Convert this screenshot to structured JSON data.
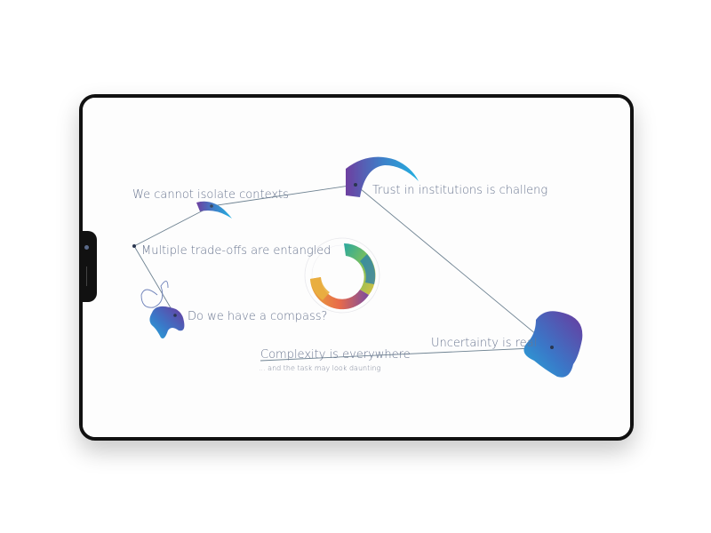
{
  "slide": {
    "labels": {
      "contexts": "We cannot isolate contexts",
      "trust": "Trust in institutions is challeng",
      "tradeoffs": "Multiple trade-offs are entangled",
      "compass": "Do we have a compass?",
      "complexity": "Complexity is everywhere",
      "daunting": "... and the task may look daunting",
      "uncertainty": "Uncertainty is real"
    }
  },
  "colors": {
    "line": "#6f8392",
    "text": "#6a7690",
    "gradient_purple": "#6b3fa0",
    "gradient_blue": "#2f8fd0",
    "gradient_teal": "#2bb0a8"
  }
}
